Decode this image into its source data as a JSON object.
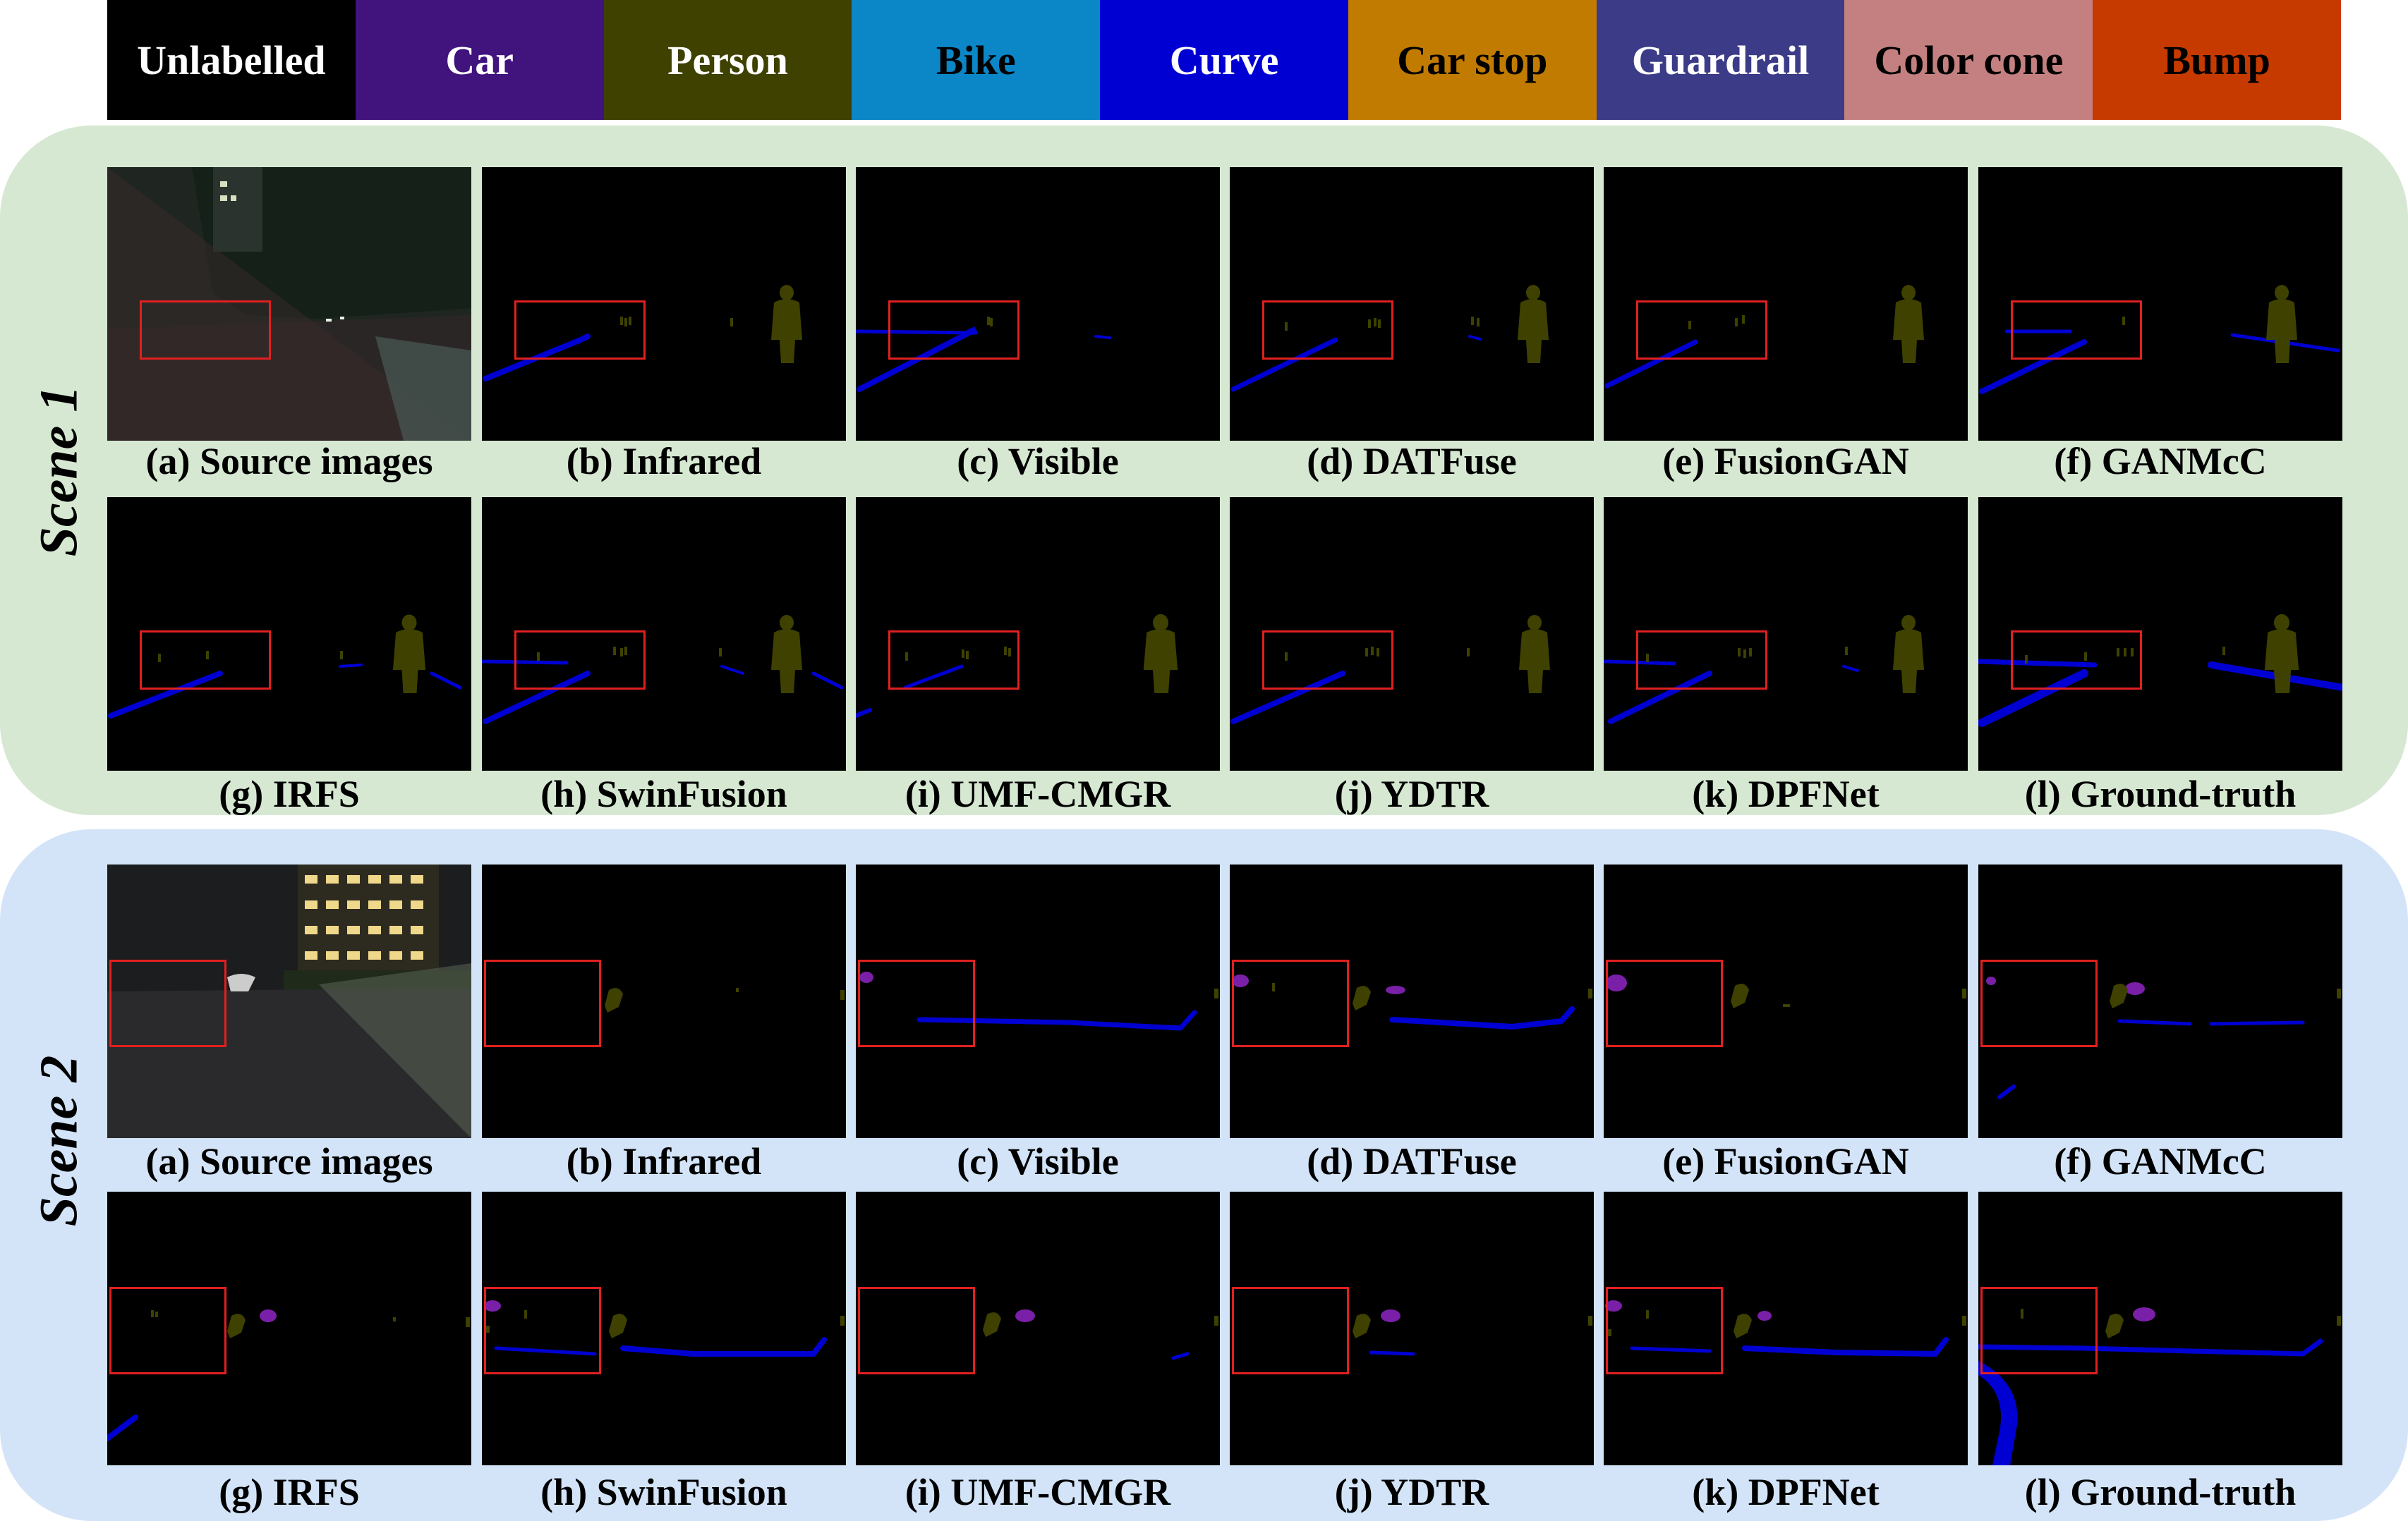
{
  "legend": [
    {
      "label": "Unlabelled",
      "color": "#000000",
      "text_color": "#ffffff"
    },
    {
      "label": "Car",
      "color": "#40137d",
      "text_color": "#ffffff"
    },
    {
      "label": "Person",
      "color": "#3f4100",
      "text_color": "#ffffff"
    },
    {
      "label": "Bike",
      "color": "#0b86c7",
      "text_color": "#000000"
    },
    {
      "label": "Curve",
      "color": "#0000d2",
      "text_color": "#ffffff"
    },
    {
      "label": "Car stop",
      "color": "#c07b00",
      "text_color": "#000000"
    },
    {
      "label": "Guardrail",
      "color": "#3c3b87",
      "text_color": "#ffffff"
    },
    {
      "label": "Color cone",
      "color": "#c48080",
      "text_color": "#000000"
    },
    {
      "label": "Bump",
      "color": "#c63a00",
      "text_color": "#000000"
    }
  ],
  "scenes": [
    {
      "label": "Scene 1",
      "background": "#d6e8d2",
      "row_captions": [
        [
          "(a) Source images",
          "(b) Infrared",
          "(c) Visible",
          "(d) DATFuse",
          "(e) FusionGAN",
          "(f) GANMcC"
        ],
        [
          "(g) IRFS",
          "(h) SwinFusion",
          "(i) UMF-CMGR",
          "(j) YDTR",
          "(k) DPFNet",
          "(l) Ground-truth"
        ]
      ]
    },
    {
      "label": "Scene 2",
      "background": "#d3e4f8",
      "row_captions": [
        [
          "(a) Source images",
          "(b) Infrared",
          "(c) Visible",
          "(d) DATFuse",
          "(e) FusionGAN",
          "(f) GANMcC"
        ],
        [
          "(g) IRFS",
          "(h) SwinFusion",
          "(i) UMF-CMGR",
          "(j) YDTR",
          "(k) DPFNet",
          "(l) Ground-truth"
        ]
      ]
    }
  ]
}
